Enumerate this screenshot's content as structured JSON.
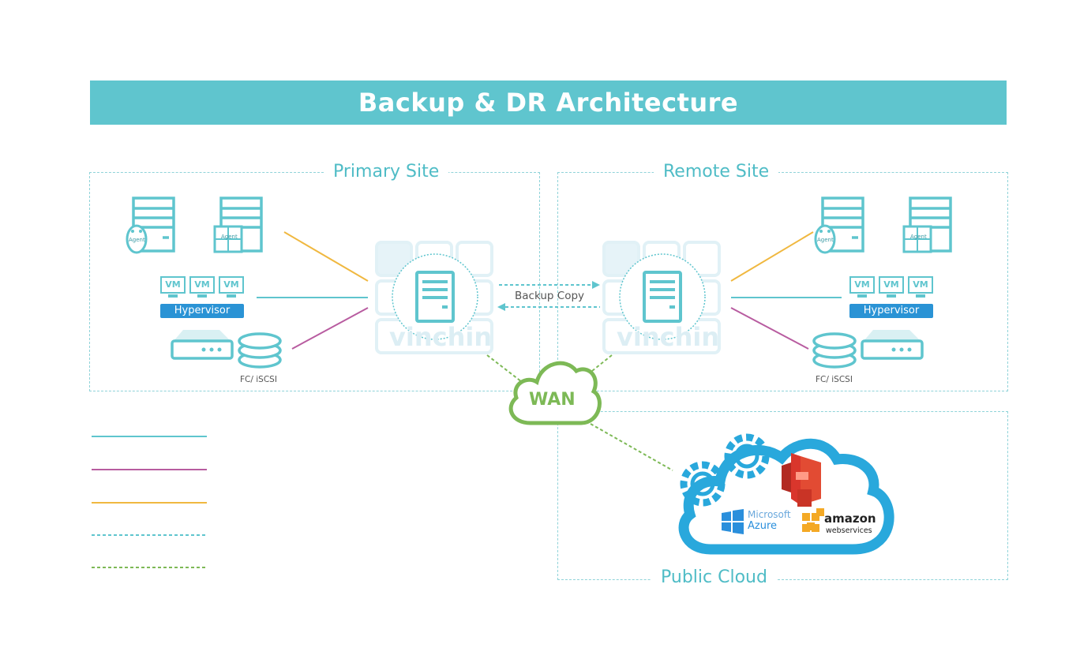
{
  "title": "Backup & DR Architecture",
  "primary_site": {
    "label": "Primary Site",
    "storage_label": "FC/ iSCSI",
    "hypervisor_label": "Hypervisor",
    "vm_label": "VM"
  },
  "remote_site": {
    "label": "Remote Site",
    "storage_label": "FC/ iSCSI",
    "hypervisor_label": "Hypervisor",
    "vm_label": "VM"
  },
  "public_cloud": {
    "label": "Public Cloud",
    "providers": {
      "azure": [
        "Microsoft",
        "Azure"
      ],
      "aws": [
        "amazon",
        "webservices"
      ]
    }
  },
  "wan_label": "WAN",
  "backup_copy_label": "Backup Copy",
  "agent_label": "Agent",
  "watermark": "vinchin",
  "colors": {
    "accent": "#5fc5ce",
    "wan": "#7db956",
    "fc": "#b85ca0",
    "agent": "#f0b840",
    "hypervisor": "#2a93d5"
  }
}
